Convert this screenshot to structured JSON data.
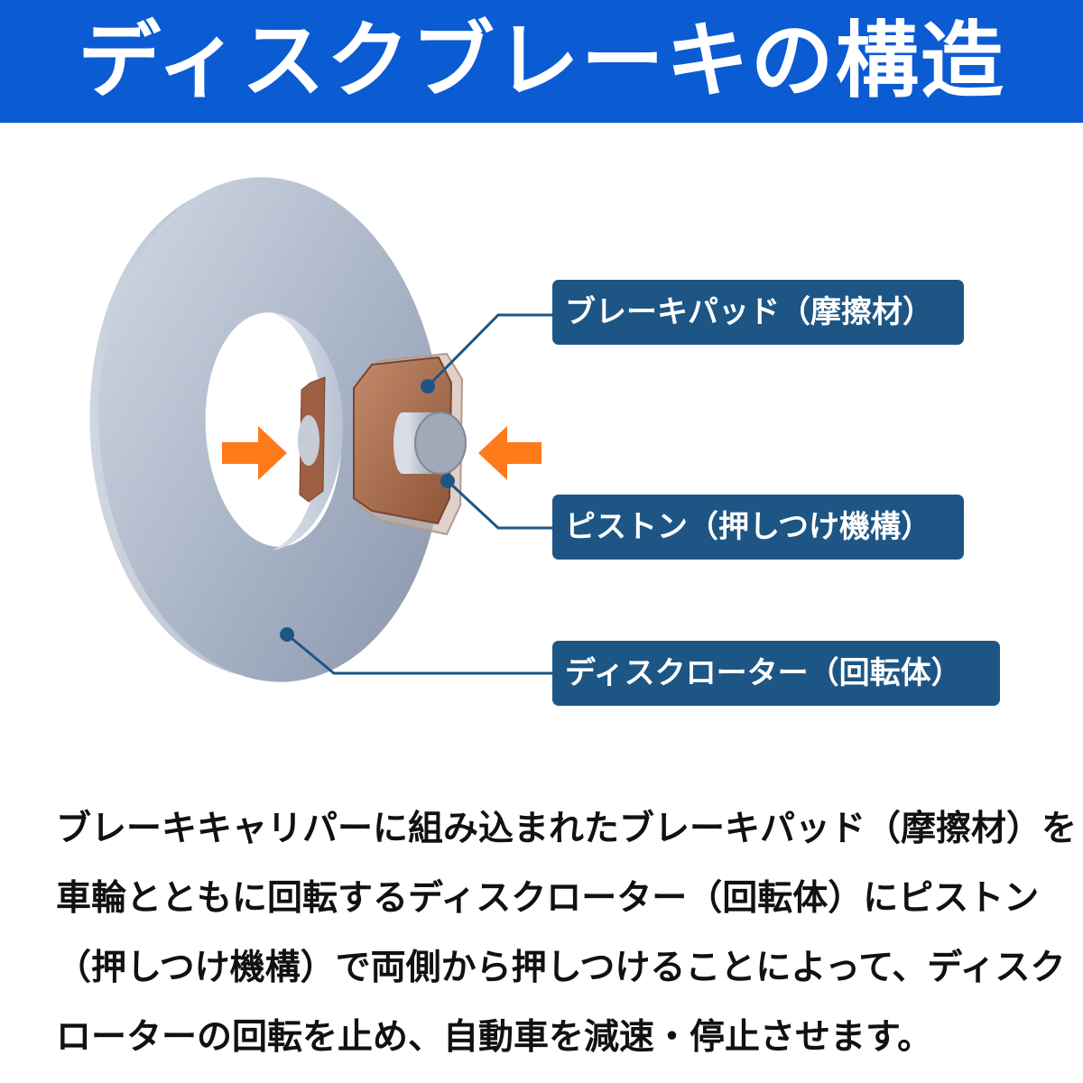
{
  "title": "ディスクブレーキの構造",
  "labels": {
    "pad": "ブレーキパッド（摩擦材）",
    "piston": "ピストン（押しつけ機構）",
    "rotor": "ディスクローター（回転体）"
  },
  "description": {
    "line1": "ブレーキキャリパーに組み込まれたブレーキパッド（摩擦材）を",
    "line2": "車輪とともに回転するディスクローター（回転体）にピストン",
    "line3": "（押しつけ機構）で両側から押しつけることによって、ディスク",
    "line4": "ローターの回転を止め、自動車を減速・停止させます。"
  },
  "colors": {
    "title_bar": "#0b5bd3",
    "label_box": "#1d5684",
    "arrow": "#ff7a1a",
    "pad": "#a86a4a"
  }
}
